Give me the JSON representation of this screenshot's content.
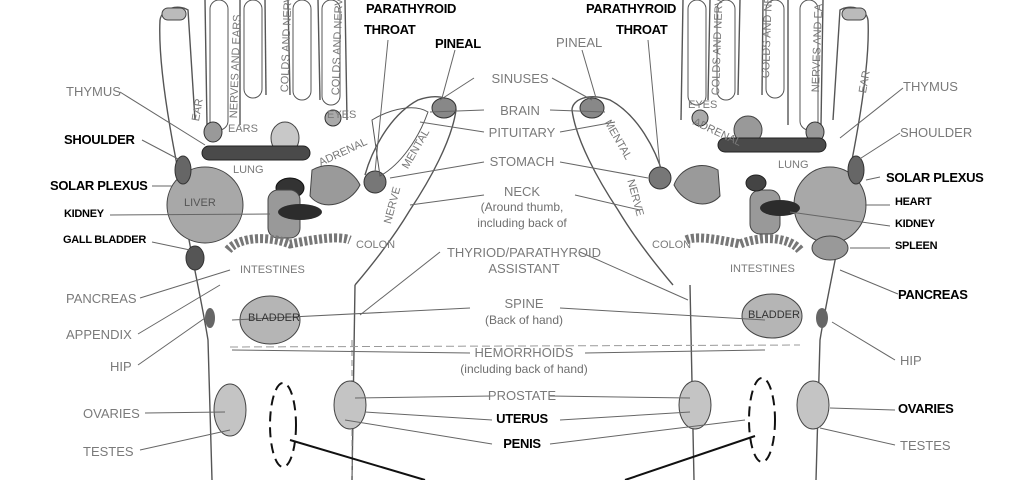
{
  "left_labels": {
    "thymus": "THYMUS",
    "shoulder": "SHOULDER",
    "solar_plexus": "SOLAR PLEXUS",
    "kidney": "KIDNEY",
    "gall_bladder": "GALL BLADDER",
    "pancreas": "PANCREAS",
    "appendix": "APPENDIX",
    "hip": "HIP",
    "ovaries": "OVARIES",
    "testes": "TESTES"
  },
  "right_labels": {
    "thymus": "THYMUS",
    "shoulder": "SHOULDER",
    "solar_plexus": "SOLAR PLEXUS",
    "heart": "HEART",
    "kidney": "KIDNEY",
    "spleen": "SPLEEN",
    "pancreas": "PANCREAS",
    "hip": "HIP",
    "ovaries": "OVARIES",
    "testes": "TESTES"
  },
  "top_labels": {
    "parathyroid_left": "PARATHYROID",
    "throat_left": "THROAT",
    "pineal_left": "PINEAL",
    "parathyroid_right": "PARATHYROID",
    "throat_right": "THROAT",
    "pineal_right": "PINEAL"
  },
  "center_labels": {
    "sinuses": "SINUSES",
    "brain": "BRAIN",
    "pituitary": "PITUITARY",
    "stomach": "STOMACH",
    "neck": "NECK",
    "neck_sub1": "(Around thumb,",
    "neck_sub2": "including back of",
    "thyroid": "THYRIOD/PARATHYROID",
    "assistant": "ASSISTANT",
    "spine": "SPINE",
    "spine_sub": "(Back of hand)",
    "hemorrhoids": "HEMORRHOIDS",
    "hemorrhoids_sub": "(including back of  hand)",
    "prostate": "PROSTATE",
    "uterus": "UTERUS",
    "penis": "PENIS"
  },
  "hand_labels": {
    "ear": "EAR",
    "nerves_and_ears": "NERVES AND EARS",
    "colds_and_nerves": "COLDS AND NERVES",
    "colds_and_nerv": "COLDS AND NERV",
    "ears": "EARS",
    "eyes": "EYES",
    "lung": "LUNG",
    "adrenal": "ADRENAL",
    "mental": "MENTAL",
    "nerve": "NERVE",
    "liver": "LIVER",
    "colon": "COLON",
    "intestines": "INTESTINES",
    "bladder": "BLADDER",
    "nerves_and_ea": "NERVES AND EA"
  }
}
